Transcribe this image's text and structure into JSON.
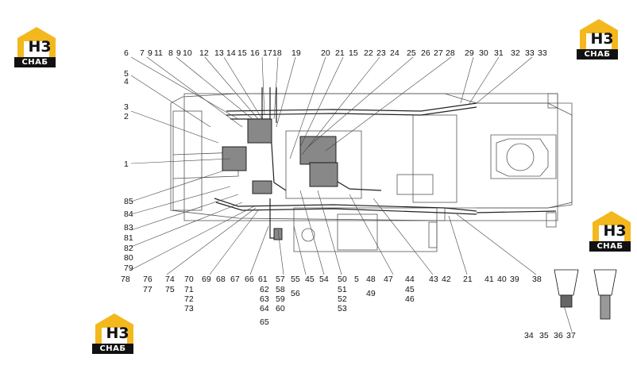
{
  "logos": [
    {
      "brand": "Н3",
      "caption": "СНАБ"
    },
    {
      "brand": "Н3",
      "caption": "СНАБ"
    },
    {
      "brand": "Н3",
      "caption": "СНАБ"
    },
    {
      "brand": "Н3",
      "caption": "СНАБ"
    }
  ],
  "callouts": {
    "top": [
      "6",
      "7",
      "9",
      "11",
      "8",
      "9",
      "10",
      "12",
      "13",
      "14",
      "15",
      "16",
      "17",
      "18",
      "19",
      "20",
      "21",
      "15",
      "22",
      "23",
      "24",
      "25",
      "26",
      "27",
      "28",
      "29",
      "30",
      "31",
      "32",
      "33",
      "33"
    ],
    "left": [
      "5",
      "4",
      "3",
      "2",
      "1",
      "85",
      "84",
      "83",
      "81",
      "82",
      "80",
      "79",
      "78"
    ],
    "bottom_row1": [
      "76",
      "74",
      "70",
      "69",
      "68",
      "67",
      "66",
      "61",
      "57",
      "55",
      "45",
      "54",
      "50",
      "5",
      "48",
      "47",
      "44",
      "43",
      "42",
      "21",
      "41",
      "40",
      "39",
      "38"
    ],
    "bottom_row2": [
      "77",
      "75",
      "71",
      "62",
      "58",
      "56",
      "51",
      "49",
      "45"
    ],
    "bottom_row3": [
      "72",
      "63",
      "59",
      "52",
      "46"
    ],
    "bottom_row4": [
      "73",
      "64",
      "60",
      "53"
    ],
    "bottom_row5": [
      "65"
    ],
    "detail": [
      "34",
      "35",
      "36",
      "37"
    ]
  }
}
